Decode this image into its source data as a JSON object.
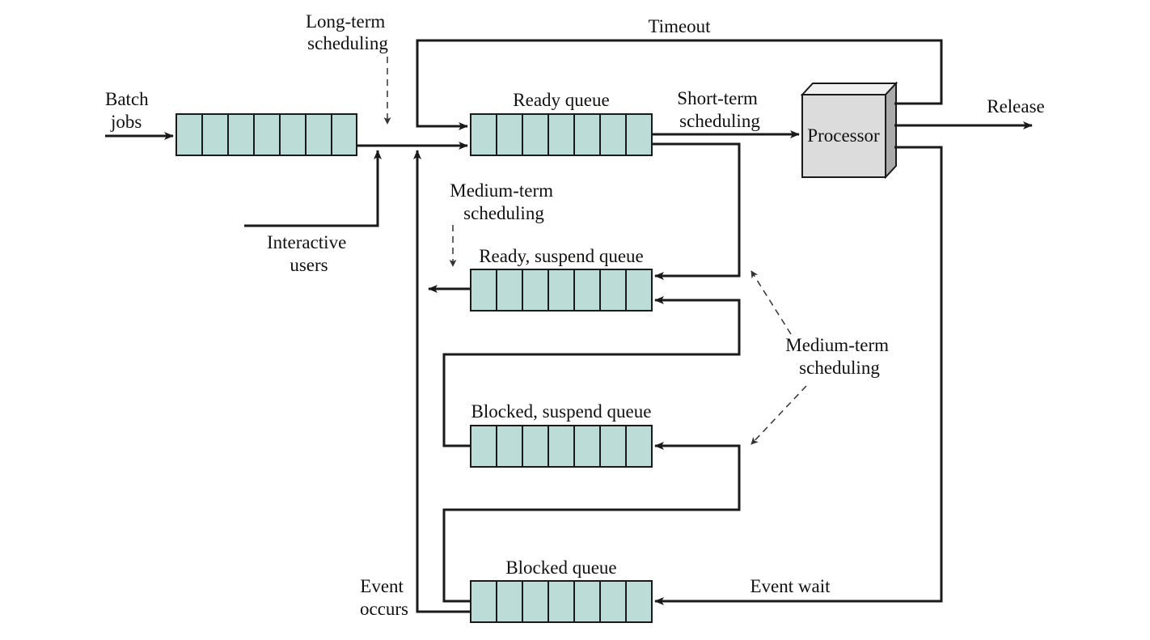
{
  "labels": {
    "batch_jobs": [
      "Batch",
      "jobs"
    ],
    "long_term": [
      "Long-term",
      "scheduling"
    ],
    "timeout": "Timeout",
    "ready_queue": "Ready queue",
    "short_term": [
      "Short-term",
      "scheduling"
    ],
    "processor": "Processor",
    "release": "Release",
    "interactive_users": [
      "Interactive",
      "users"
    ],
    "medium_term_top": [
      "Medium-term",
      "scheduling"
    ],
    "ready_suspend_queue": "Ready, suspend queue",
    "medium_term_right": [
      "Medium-term",
      "scheduling"
    ],
    "blocked_suspend_queue": "Blocked, suspend queue",
    "blocked_queue": "Blocked queue",
    "event_occurs": [
      "Event",
      "occurs"
    ],
    "event_wait": "Event wait"
  },
  "colors": {
    "queue_fill": "#bcdcd7",
    "processor_front": "#dcdcdc",
    "processor_top": "#f0f0f0",
    "processor_side": "#aaaaaa",
    "line": "#1a1a1a"
  }
}
